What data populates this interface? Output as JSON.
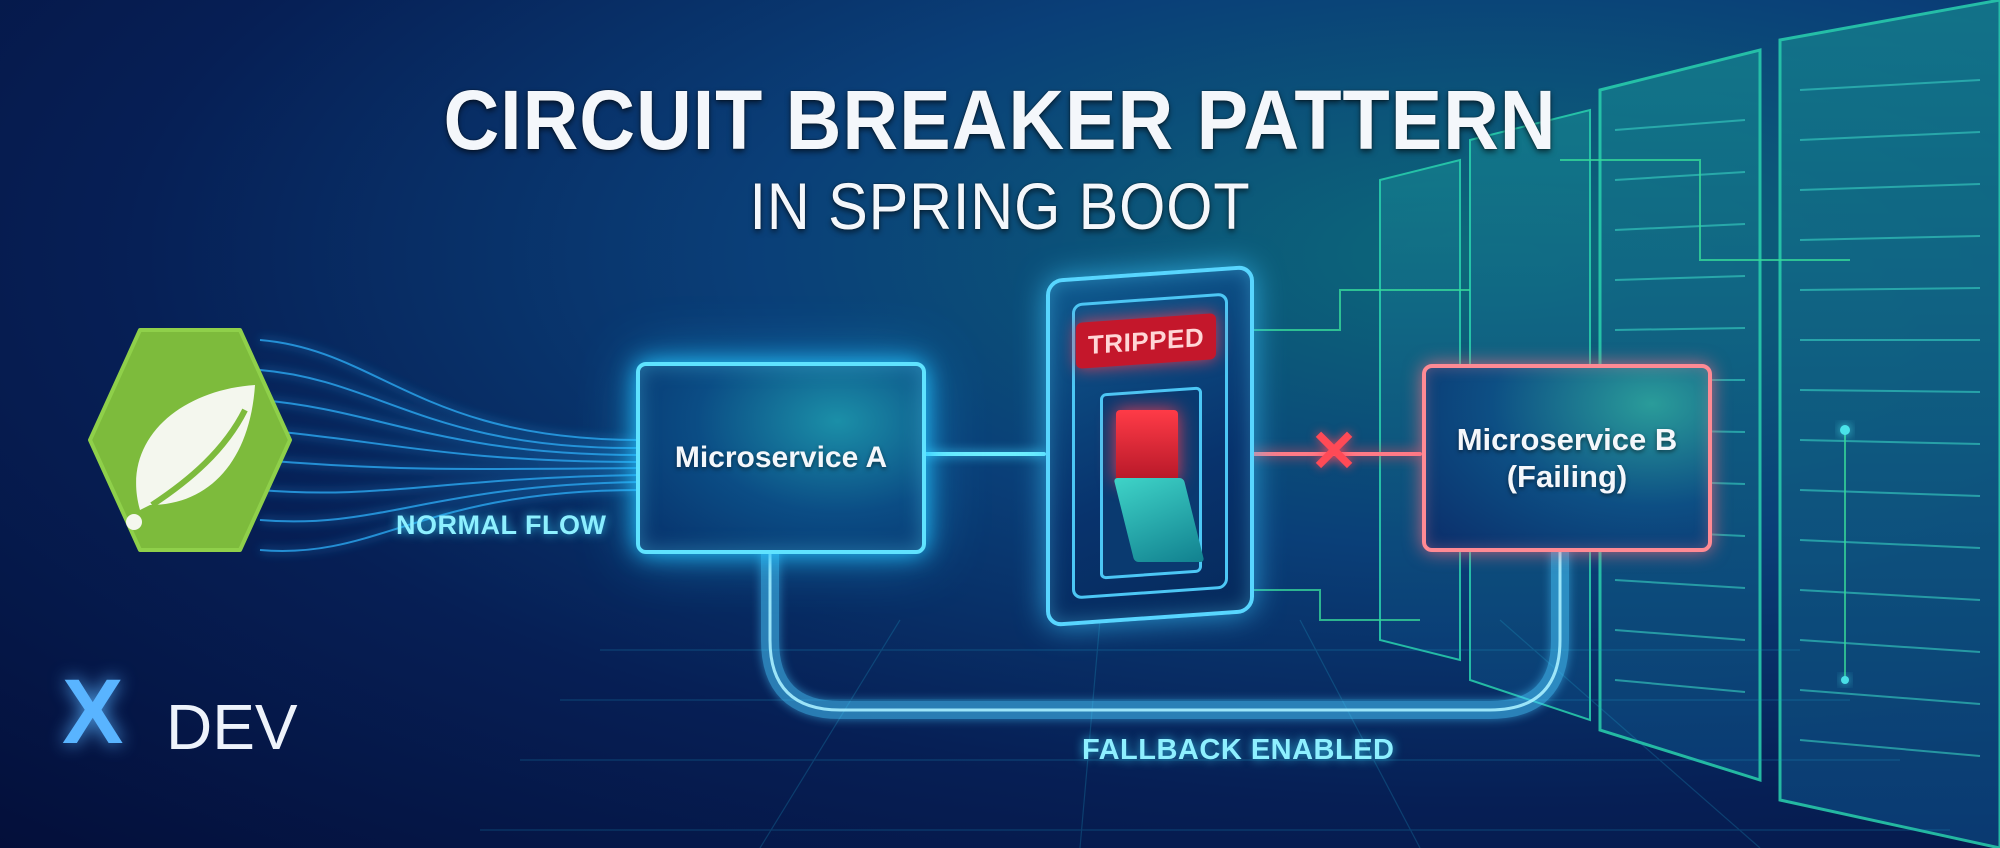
{
  "title": {
    "main": "CIRCUIT BREAKER PATTERN",
    "sub": "IN SPRING BOOT"
  },
  "diagram": {
    "source_icon": "spring-leaf-icon",
    "normal_flow_label": "NORMAL FLOW",
    "service_a": {
      "label": "Microservice A"
    },
    "breaker": {
      "status": "TRIPPED",
      "icon": "toggle-switch-icon"
    },
    "failure_marker": "✕",
    "service_b": {
      "label_line1": "Microservice B",
      "label_line2": "(Failing)"
    },
    "fallback_label": "FALLBACK ENABLED"
  },
  "brand": {
    "logo_mark": "X",
    "logo_text": "DEV"
  },
  "colors": {
    "background": "#061f55",
    "accent_cyan": "#5fe3ff",
    "spring_green": "#7dbb3c",
    "tripped_red": "#c4172b",
    "failing_border": "#ff8a94",
    "server_teal": "#2ad4b0"
  }
}
